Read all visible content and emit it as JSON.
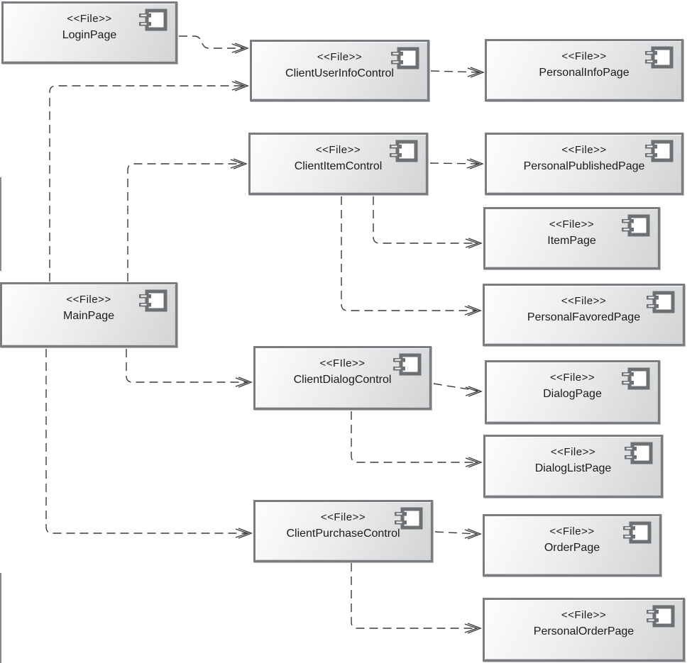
{
  "diagram": {
    "kind": "uml-component-diagram"
  },
  "colors": {
    "box_border": "#797c80",
    "box_fill_light": "#fdfdfd",
    "box_fill_dark": "#d2d4d5",
    "connector": "#3c3c3c",
    "icon": "#6d7174"
  },
  "nodes": [
    {
      "id": "LoginPage",
      "stereotype": "<<File>>",
      "label": "LoginPage"
    },
    {
      "id": "ClientUserInfoControl",
      "stereotype": "<<File>>",
      "label": "ClientUserInfoControl"
    },
    {
      "id": "PersonalInfoPage",
      "stereotype": "<<File>>",
      "label": "PersonalInfoPage"
    },
    {
      "id": "ClientItemControl",
      "stereotype": "<<File>>",
      "label": "ClientItemControl"
    },
    {
      "id": "PersonalPublishedPage",
      "stereotype": "<<File>>",
      "label": "PersonalPublishedPage"
    },
    {
      "id": "ItemPage",
      "stereotype": "<<File>>",
      "label": "ItemPage"
    },
    {
      "id": "PersonalFavoredPage",
      "stereotype": "<<File>>",
      "label": "PersonalFavoredPage"
    },
    {
      "id": "MainPage",
      "stereotype": "<<File>>",
      "label": "MainPage"
    },
    {
      "id": "ClientDialogControl",
      "stereotype": "<<FIle>>",
      "label": "ClientDialogControl"
    },
    {
      "id": "DialogPage",
      "stereotype": "<<File>>",
      "label": "DialogPage"
    },
    {
      "id": "DialogListPage",
      "stereotype": "<<File>>",
      "label": "DialogListPage"
    },
    {
      "id": "ClientPurchaseControl",
      "stereotype": "<<File>>",
      "label": "ClientPurchaseControl"
    },
    {
      "id": "OrderPage",
      "stereotype": "<<File>>",
      "label": "OrderPage"
    },
    {
      "id": "PersonalOrderPage",
      "stereotype": "<<File>>",
      "label": "PersonalOrderPage"
    }
  ],
  "edges": [
    {
      "from": "LoginPage",
      "to": "ClientUserInfoControl",
      "style": "dashed-arrow"
    },
    {
      "from": "MainPage",
      "to": "ClientUserInfoControl",
      "style": "dashed-arrow"
    },
    {
      "from": "ClientUserInfoControl",
      "to": "PersonalInfoPage",
      "style": "dashed-arrow"
    },
    {
      "from": "MainPage",
      "to": "ClientItemControl",
      "style": "dashed-arrow"
    },
    {
      "from": "ClientItemControl",
      "to": "PersonalPublishedPage",
      "style": "dashed-arrow"
    },
    {
      "from": "ClientItemControl",
      "to": "ItemPage",
      "style": "dashed-arrow"
    },
    {
      "from": "ClientItemControl",
      "to": "PersonalFavoredPage",
      "style": "dashed-arrow"
    },
    {
      "from": "MainPage",
      "to": "ClientDialogControl",
      "style": "dashed-arrow"
    },
    {
      "from": "ClientDialogControl",
      "to": "DialogPage",
      "style": "dashed-arrow"
    },
    {
      "from": "ClientDialogControl",
      "to": "DialogListPage",
      "style": "dashed-arrow"
    },
    {
      "from": "MainPage",
      "to": "ClientPurchaseControl",
      "style": "dashed-arrow"
    },
    {
      "from": "ClientPurchaseControl",
      "to": "OrderPage",
      "style": "dashed-arrow"
    },
    {
      "from": "ClientPurchaseControl",
      "to": "PersonalOrderPage",
      "style": "dashed-arrow"
    }
  ]
}
